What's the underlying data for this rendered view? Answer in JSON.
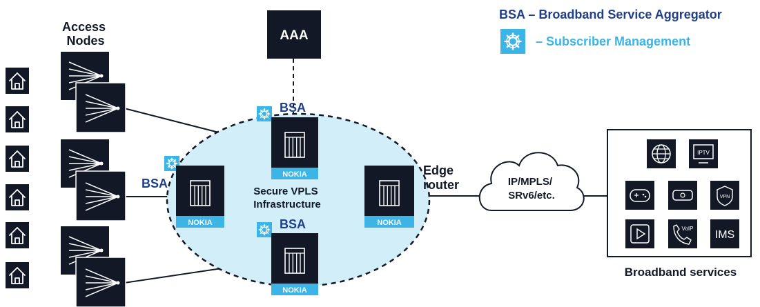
{
  "legend": {
    "bsa_definition": "BSA – Broadband Service Aggregator",
    "subscriber_management": "– Subscriber Management"
  },
  "labels": {
    "access_nodes_line1": "Access",
    "access_nodes_line2": "Nodes",
    "aaa": "AAA",
    "bsa_top": "BSA",
    "bsa_left": "BSA",
    "bsa_bottom": "BSA",
    "vpls_line1": "Secure VPLS",
    "vpls_line2": "Infrastructure",
    "edge_line1": "Edge",
    "edge_line2": "router",
    "cloud_line1": "IP/MPLS/",
    "cloud_line2": "SRv6/etc.",
    "broadband_services": "Broadband services"
  },
  "router_brand": "NOKIA",
  "services": {
    "globe": "globe-icon",
    "iptv": "IPTV",
    "gaming": "gamepad-icon",
    "vr": "vr-headset-icon",
    "vpn": "VPN",
    "video": "play-icon",
    "voip": "VoIP",
    "ims": "IMS"
  },
  "colors": {
    "node_dark": "#121826",
    "bsa_blue": "#1f3f8a",
    "accent_light_blue": "#3cb4e6",
    "vpls_fill": "#d2eef9"
  }
}
